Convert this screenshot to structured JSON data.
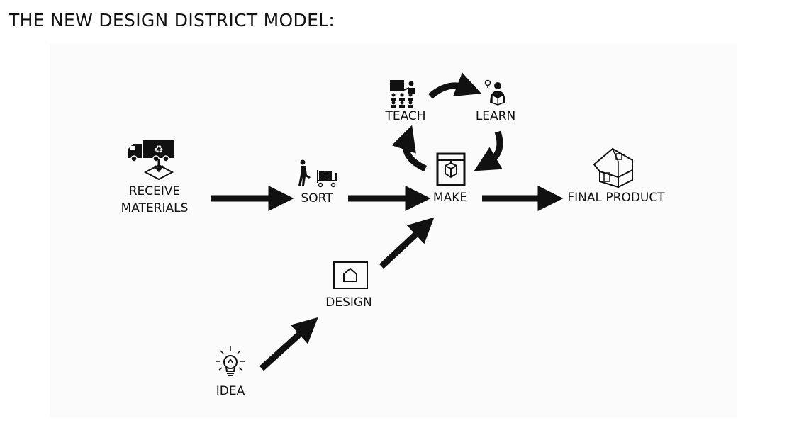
{
  "title": "THE NEW DESIGN DISTRICT MODEL:",
  "nodes": {
    "receive_line1": "RECEIVE",
    "receive_line2": "MATERIALS",
    "sort": "SORT",
    "make": "MAKE",
    "final_product": "FINAL PRODUCT",
    "teach": "TEACH",
    "learn": "LEARN",
    "design": "DESIGN",
    "idea": "IDEA"
  },
  "colors": {
    "ink": "#111111",
    "background": "#ffffff",
    "panel": "#fbfbfb"
  },
  "icons": [
    "recycling-truck-icon",
    "worker-cart-icon",
    "3d-printer-icon",
    "house-icon",
    "classroom-teacher-icon",
    "reading-learner-icon",
    "house-frame-icon",
    "lightbulb-icon"
  ]
}
